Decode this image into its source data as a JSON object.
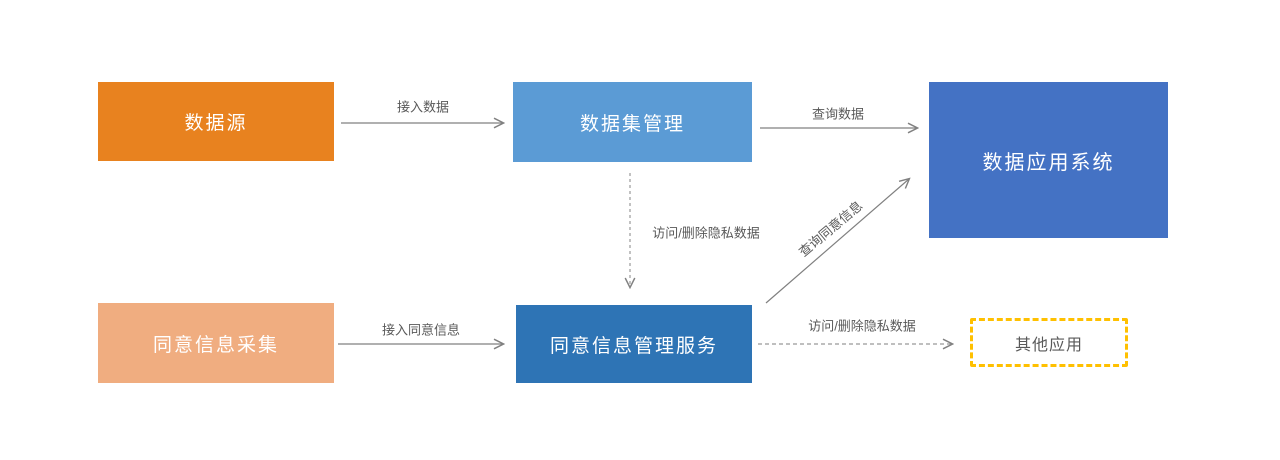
{
  "diagram": {
    "background_color": "#FFFFFF",
    "nodes": [
      {
        "id": "data-source",
        "label": "数据源",
        "fill": "#E8821F",
        "text_color": "#FFFFFF",
        "shape": "rect"
      },
      {
        "id": "dataset-management",
        "label": "数据集管理",
        "fill": "#5B9BD5",
        "text_color": "#FFFFFF",
        "shape": "rect"
      },
      {
        "id": "data-application-system",
        "label": "数据应用系统",
        "fill": "#4472C4",
        "text_color": "#FFFFFF",
        "shape": "rect"
      },
      {
        "id": "consent-collection",
        "label": "同意信息采集",
        "fill": "#F0AD80",
        "text_color": "#FFFFFF",
        "shape": "rect"
      },
      {
        "id": "consent-management-service",
        "label": "同意信息管理服务",
        "fill": "#2E74B5",
        "text_color": "#FFFFFF",
        "shape": "rect"
      },
      {
        "id": "other-applications",
        "label": "其他应用",
        "fill": "#FFFFFF",
        "text_color": "#595959",
        "border_color": "#FFC000",
        "border_style": "dashed",
        "shape": "rect"
      }
    ],
    "edges": [
      {
        "id": "access-data",
        "label": "接入数据",
        "from": "data-source",
        "to": "dataset-management",
        "style": "solid"
      },
      {
        "id": "query-data",
        "label": "查询数据",
        "from": "dataset-management",
        "to": "data-application-system",
        "style": "solid"
      },
      {
        "id": "access-delete-private-data-top",
        "label": "访问/删除隐私数据",
        "from": "dataset-management",
        "to": "consent-management-service",
        "style": "dashed"
      },
      {
        "id": "query-consent-info",
        "label": "查询同意信息",
        "from": "consent-management-service",
        "to": "data-application-system",
        "style": "solid"
      },
      {
        "id": "access-consent-info",
        "label": "接入同意信息",
        "from": "consent-collection",
        "to": "consent-management-service",
        "style": "solid"
      },
      {
        "id": "access-delete-private-data-bottom",
        "label": "访问/删除隐私数据",
        "from": "consent-management-service",
        "to": "other-applications",
        "style": "dashed"
      }
    ],
    "colors": {
      "arrow_gray": "#808080",
      "label_gray": "#595959",
      "accent_orange": "#E8821F",
      "accent_light_orange": "#F0AD80",
      "accent_light_blue": "#5B9BD5",
      "accent_blue": "#4472C4",
      "accent_steel_blue": "#2E74B5",
      "accent_yellow": "#FFC000"
    }
  }
}
